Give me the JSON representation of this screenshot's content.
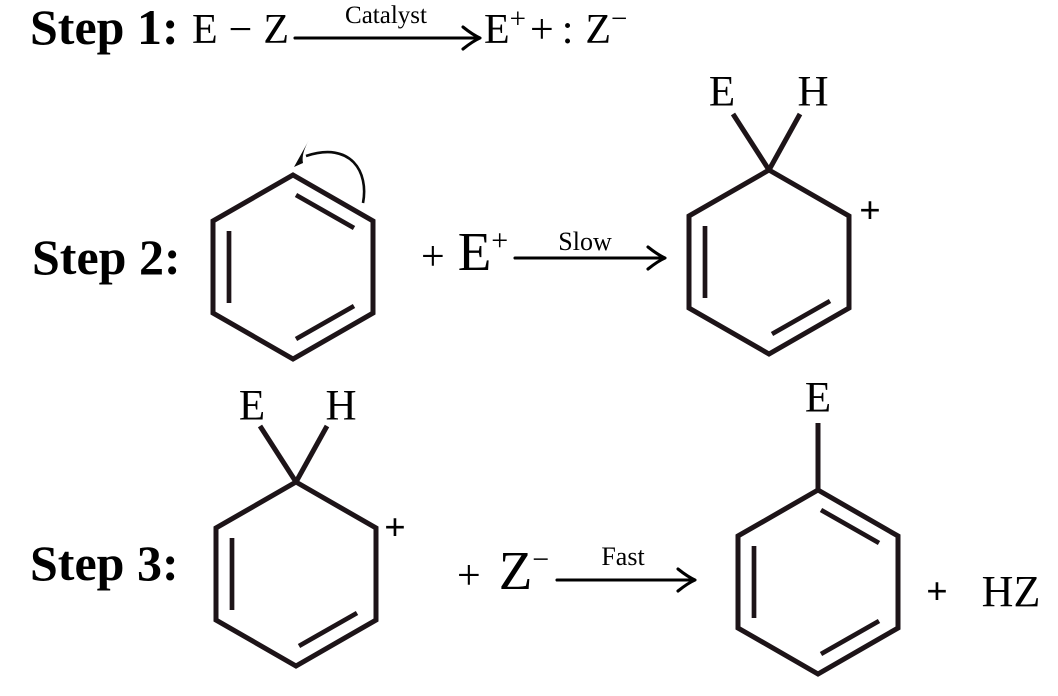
{
  "colors": {
    "ink": "#000000",
    "bond_stroke": "#1d1418",
    "background": "#ffffff"
  },
  "step1": {
    "label": "Step 1:",
    "reactant": {
      "e": "E",
      "bond": "−",
      "z": "Z"
    },
    "arrow_label": "Catalyst",
    "products": {
      "e": "E",
      "e_charge": "+",
      "plus": "+",
      "lone_pair": ":",
      "z": "Z",
      "z_charge": "−"
    }
  },
  "step2": {
    "label": "Step 2:",
    "plus": "+",
    "electrophile": {
      "symbol": "E",
      "charge": "+"
    },
    "arrow_label": "Slow",
    "arenium": {
      "e": "E",
      "h": "H",
      "charge": "+"
    }
  },
  "step3": {
    "label": "Step 3:",
    "arenium": {
      "e": "E",
      "h": "H",
      "charge": "+"
    },
    "plus": "+",
    "nucleophile": {
      "symbol": "Z",
      "charge": "−"
    },
    "arrow_label": "Fast",
    "product": {
      "substituent": "E"
    },
    "plus2": "+",
    "byproduct": "HZ"
  }
}
